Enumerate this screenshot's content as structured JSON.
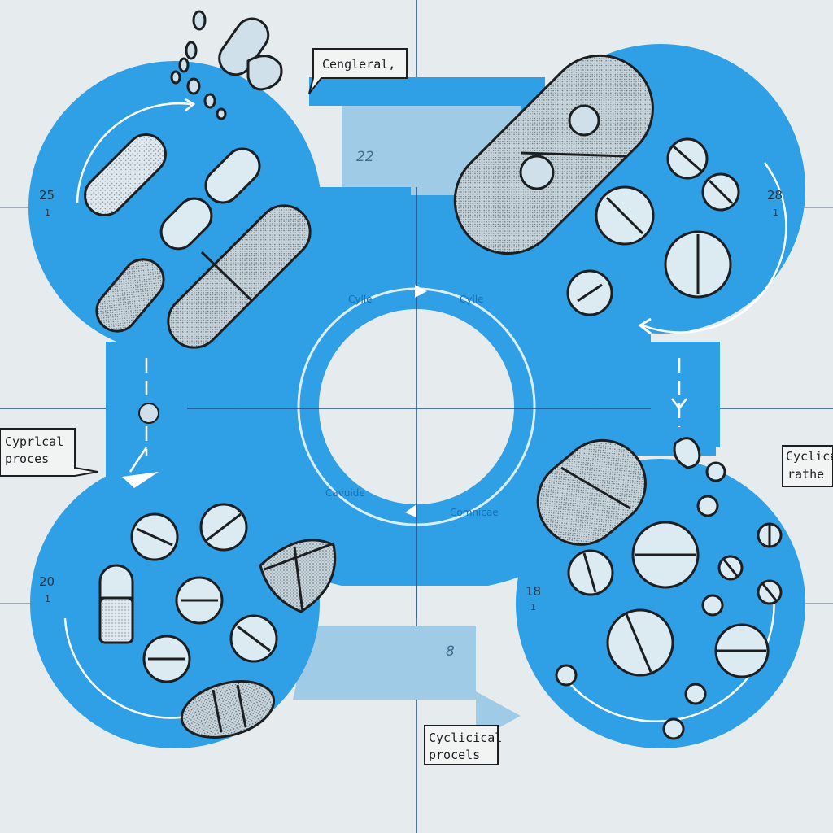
{
  "labels": {
    "top": "Cengleral,",
    "left_line1": "Cyprlcal",
    "left_line2": "proces",
    "right_line1": "Cyclical",
    "right_line2": "rathe",
    "bottom_line1": "Cyclicical",
    "bottom_line2": "procels"
  },
  "quadrants": {
    "top_left": {
      "num": "25",
      "sub": "1"
    },
    "top_right": {
      "num": "28",
      "sub": "1"
    },
    "bottom_left": {
      "num": "20",
      "sub": "1"
    },
    "bottom_right": {
      "num": "18",
      "sub": "1"
    }
  },
  "center_ring": {
    "top_left": "Cylle",
    "top_right": "Cylle",
    "bottom_left": "Cavuide",
    "bottom_right": "Comnicae"
  },
  "connectors": {
    "top": "22",
    "bottom": "8"
  },
  "colors": {
    "background": "#e6ecee",
    "accent_blue": "#2f9fe6",
    "pale_blue": "#9fcbe6",
    "pill_fill": "#cfe0ea",
    "outline": "#1b1f22"
  }
}
